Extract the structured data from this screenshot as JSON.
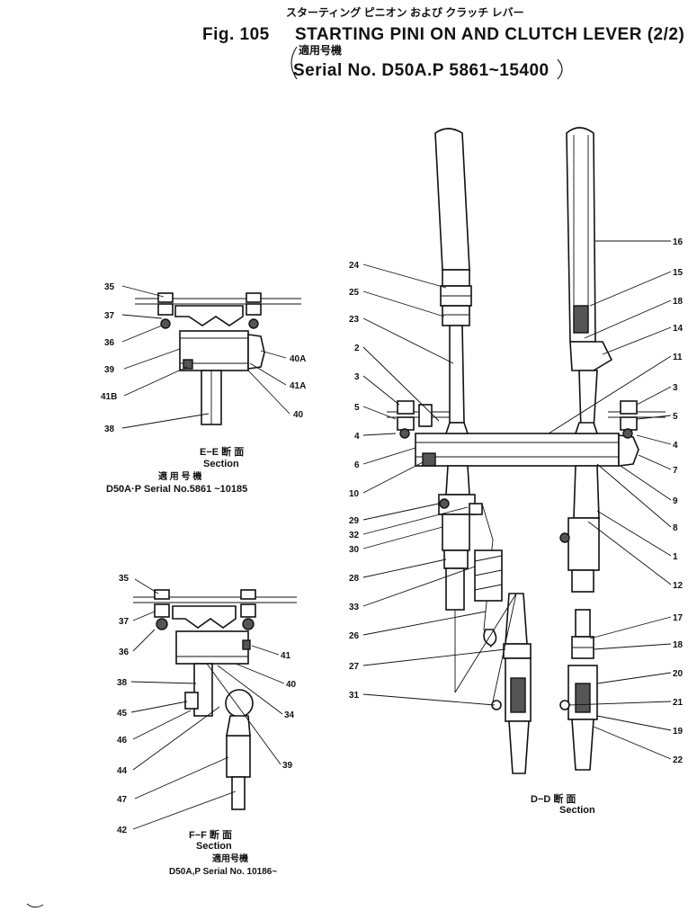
{
  "header": {
    "fig_label": "Fig. 105",
    "jp_title": "スターティング ピニオン および クラッチ レバー",
    "title": "STARTING PINI ON AND CLUTCH LEVER (2/2)",
    "applicable_jp": "適用号機",
    "serial": "Serial No. D50A.P 5861~15400"
  },
  "views": {
    "ee": {
      "title": "E−E 断 面",
      "section": "Section",
      "applicable_jp": "適 用 号 機",
      "serial": "D50A·P Serial No.5861 ~10185"
    },
    "ff": {
      "title": "F−F 断 面",
      "section": "Section",
      "applicable_jp": "適用号機",
      "serial": "D50A,P Serial No. 10186~"
    },
    "dd": {
      "title": "D−D 断 面",
      "section": "Section"
    }
  },
  "part_labels": {
    "ee": [
      "35",
      "37",
      "36",
      "39",
      "41B",
      "38",
      "40A",
      "41A",
      "40"
    ],
    "ff": [
      "35",
      "37",
      "36",
      "38",
      "45",
      "46",
      "44",
      "47",
      "42",
      "41",
      "40",
      "34",
      "39"
    ],
    "main": [
      "24",
      "25",
      "23",
      "2",
      "3",
      "5",
      "4",
      "6",
      "10",
      "29",
      "32",
      "30",
      "28",
      "33",
      "26",
      "27",
      "31",
      "16",
      "15",
      "18",
      "14",
      "11",
      "3",
      "5",
      "4",
      "7",
      "9",
      "8",
      "1",
      "12",
      "17",
      "18",
      "20",
      "21",
      "19",
      "22"
    ]
  }
}
